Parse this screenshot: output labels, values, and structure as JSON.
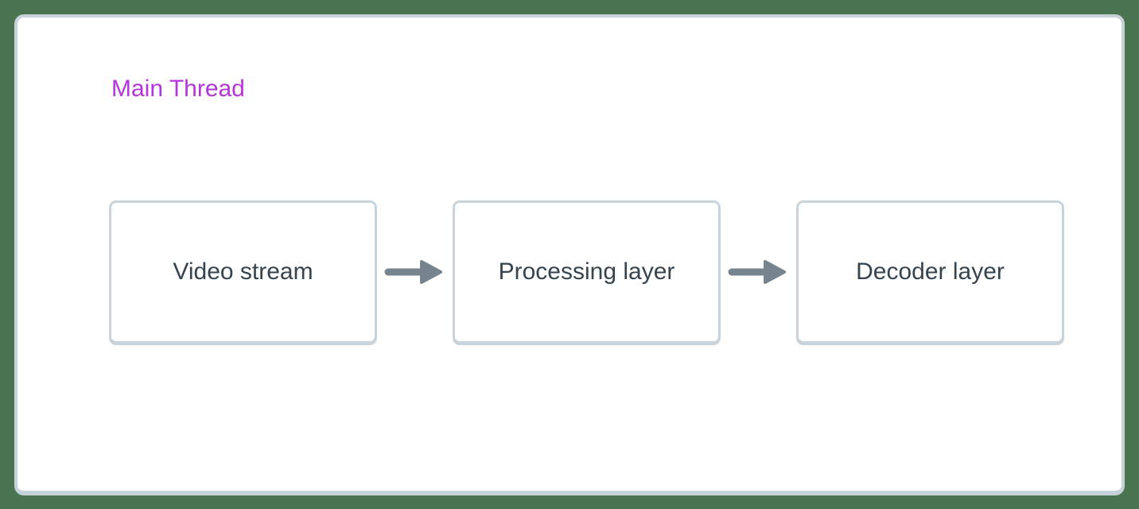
{
  "theme": {
    "bg": "#4a7350",
    "card-bg": "#ffffff",
    "card-border": "#c7d1d9",
    "node-bg": "#ffffff",
    "node-border": "#c9d3db",
    "node-text": "#35444f",
    "arrow": "#76848f",
    "title": "#b535da"
  },
  "diagram": {
    "title": "Main Thread",
    "nodes": [
      {
        "id": "video-stream",
        "label": "Video stream"
      },
      {
        "id": "processing-layer",
        "label": "Processing layer"
      },
      {
        "id": "decoder-layer",
        "label": "Decoder layer"
      }
    ],
    "connectors": [
      {
        "icon": "arrow-right"
      },
      {
        "icon": "arrow-right"
      }
    ]
  }
}
